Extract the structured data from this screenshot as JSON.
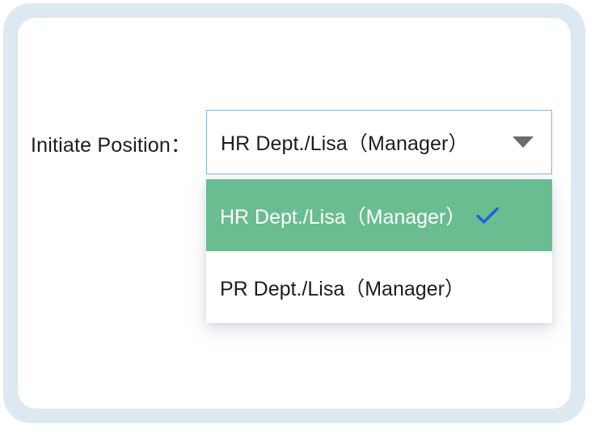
{
  "frame": {
    "border_color": "#dce9f2",
    "card_background": "#ffffff"
  },
  "form": {
    "label": "Initiate Position：",
    "select": {
      "value": "HR Dept./Lisa（Manager）",
      "placeholder": "HR Dept./Lisa（Manager）",
      "border_color": "#8ab0f0",
      "chevron_icon": "chevron-down-icon",
      "expanded": true
    },
    "dropdown": {
      "highlight_color": "#69bd90",
      "check_color": "#1565e0",
      "options": [
        {
          "label": "HR Dept./Lisa（Manager）",
          "selected": true,
          "check_icon": "check-icon"
        },
        {
          "label": "PR Dept./Lisa（Manager）",
          "selected": false,
          "check_icon": ""
        }
      ]
    }
  }
}
